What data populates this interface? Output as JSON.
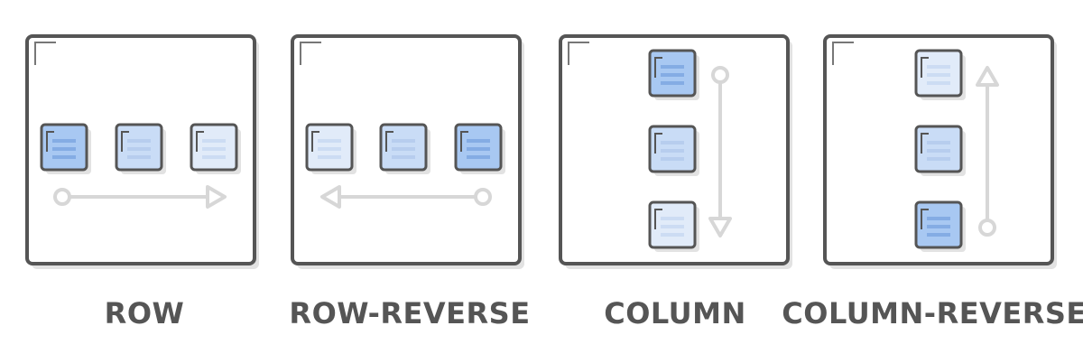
{
  "diagrams": [
    {
      "label": "ROW",
      "direction": "row",
      "highlighted_index": 0
    },
    {
      "label": "ROW-REVERSE",
      "direction": "row-reverse",
      "highlighted_index": 2
    },
    {
      "label": "COLUMN",
      "direction": "column",
      "highlighted_index": 0
    },
    {
      "label": "COLUMN-REVERSE",
      "direction": "column-reverse",
      "highlighted_index": 2
    }
  ],
  "colors": {
    "frame_stroke": "#555555",
    "frame_shadow": "#e2e2e2",
    "item_stroke": "#555555",
    "item_fill_highlight": "#a8c8f2",
    "item_fill_1": "#c9dcf6",
    "item_fill_2": "#e1ebf9",
    "item_lines_highlight": "#84ace4",
    "item_lines": "#b7cdee",
    "arrow": "#d7d7d7",
    "label": "#555555"
  }
}
